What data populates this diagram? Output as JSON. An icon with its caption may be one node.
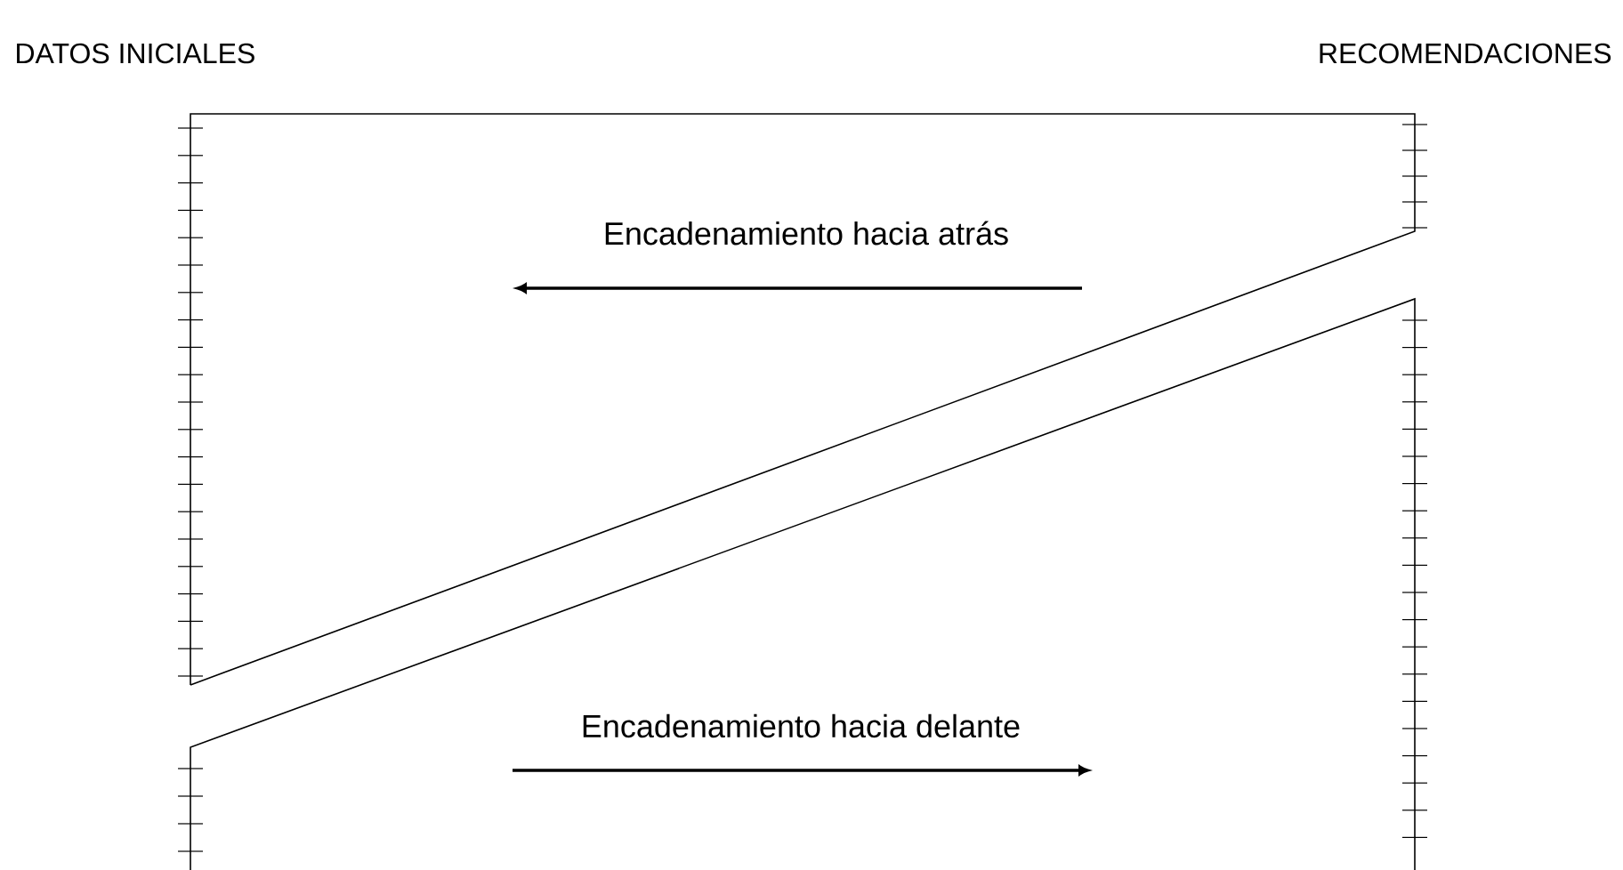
{
  "diagram": {
    "labels": [
      "DATOS INICIALES",
      "RECOMENDACIONES",
      "Encadenamiento hacia atrás",
      "Encadenamiento hacia delante"
    ]
  }
}
